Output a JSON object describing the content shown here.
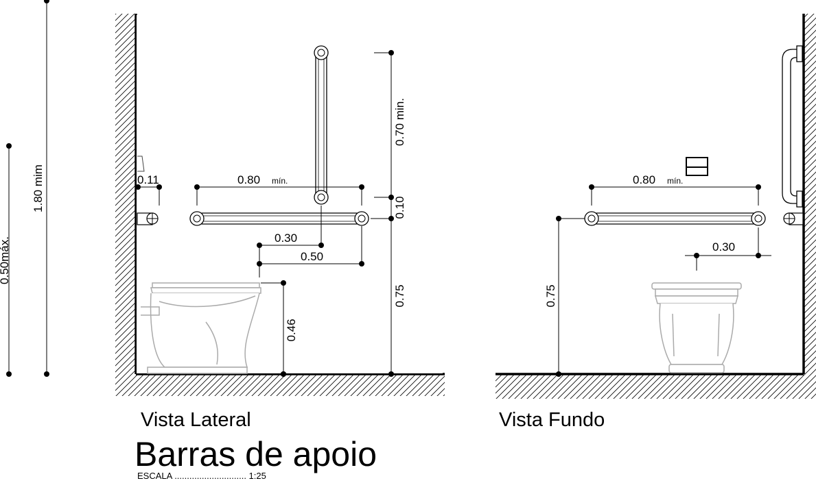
{
  "title": "Barras de apoio",
  "scale": "ESCALA ............................. 1:25",
  "views": {
    "lateral": "Vista Lateral",
    "fundo": "Vista Fundo"
  },
  "left_dims": {
    "max": "0.50máx.",
    "min_height": "1.80 mim"
  },
  "lateral_dims": {
    "wall_gap": "0.11",
    "bar_length": "0.80",
    "bar_length_sub": "mín.",
    "vertical_bar": "0.70 min.",
    "gap": "0.10",
    "to_vertical": "0.30",
    "to_bar_end": "0.50",
    "seat_height": "0.46",
    "bar_height": "0.75"
  },
  "fundo_dims": {
    "bar_length": "0.80",
    "bar_length_sub": "mín.",
    "offset": "0.30",
    "bar_height": "0.75"
  }
}
